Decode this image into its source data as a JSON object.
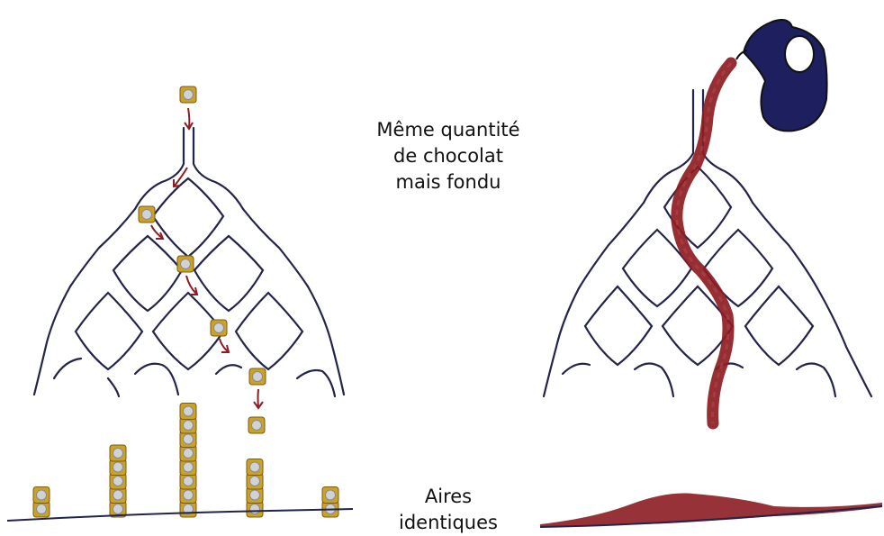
{
  "captions": {
    "top": [
      "Même quantité",
      "de chocolat",
      "mais fondu"
    ],
    "bottom": [
      "Aires",
      "identiques"
    ]
  },
  "colors": {
    "ink": "#23244a",
    "chocolate": "#8c1d22",
    "pitcher": "#1e1f5e",
    "coin_gold": "#c9a227",
    "coin_face": "#cfd2d6"
  },
  "coin_stacks": [
    2,
    5,
    8,
    4,
    2
  ],
  "icons": [
    "chocolate-coin-icon",
    "down-arrow-icon",
    "pitcher-icon"
  ]
}
